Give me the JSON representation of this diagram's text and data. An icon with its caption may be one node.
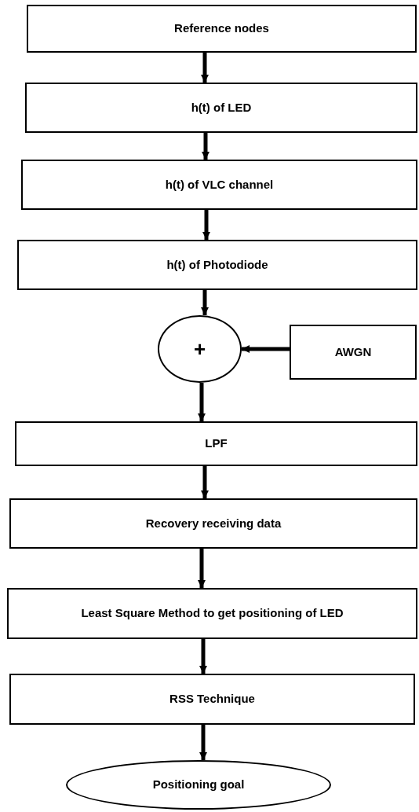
{
  "diagram": {
    "nodes": [
      {
        "text": [
          "Reference nodes"
        ]
      },
      {
        "text": [
          "h(t) of LED"
        ]
      },
      {
        "text": [
          "h(t) of VLC channel"
        ]
      },
      {
        "text": [
          "h(t) of Photodiode"
        ]
      },
      {
        "text": [
          "+"
        ]
      },
      {
        "text": [
          "AWGN"
        ]
      },
      {
        "text": [
          "LPF"
        ]
      },
      {
        "text": [
          "Recovery receiving data"
        ]
      },
      {
        "text": [
          "Least Square Method to get positioning of LED"
        ]
      },
      {
        "text": [
          "RSS Technique"
        ]
      },
      {
        "text": [
          "Positioning goal"
        ]
      }
    ],
    "edges": [
      {
        "from": 0,
        "to": 1,
        "arrow": "to"
      },
      {
        "from": 1,
        "to": 2,
        "arrow": "to"
      },
      {
        "from": 2,
        "to": 3,
        "arrow": "to"
      },
      {
        "from": 3,
        "to": 4,
        "arrow": "to"
      },
      {
        "from": 5,
        "to": 4,
        "arrow": "to"
      },
      {
        "from": 4,
        "to": 6,
        "arrow": "to"
      },
      {
        "from": 6,
        "to": 7,
        "arrow": "to"
      },
      {
        "from": 7,
        "to": 8,
        "arrow": "to"
      },
      {
        "from": 8,
        "to": 9,
        "arrow": "to"
      },
      {
        "from": 9,
        "to": 10,
        "arrow": "to"
      }
    ]
  }
}
